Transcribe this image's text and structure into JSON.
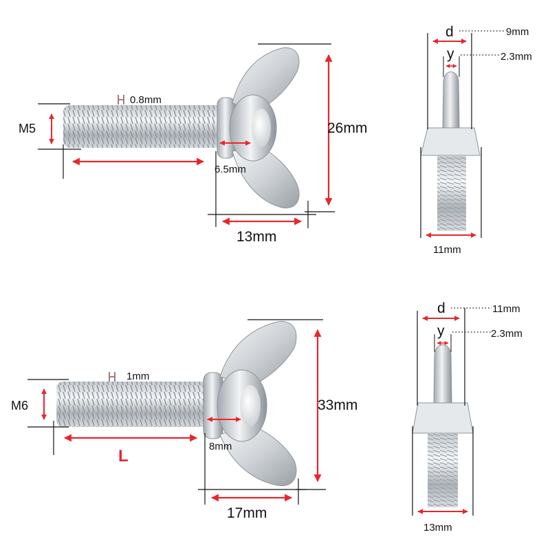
{
  "colors": {
    "arrow": "#e8262c",
    "line": "#111111",
    "metal_light": "#e9ecef",
    "metal_mid": "#b9bec4",
    "metal_dark": "#8a9097",
    "dotted": "#333333"
  },
  "top": {
    "thread_label": "M5",
    "pitch_label": "0.8mm",
    "washer_label": "6.5mm",
    "height_label": "26mm",
    "width_label": "13mm",
    "side_d_letter": "d",
    "side_d_value": "9mm",
    "side_y_letter": "y",
    "side_y_value": "2.3mm",
    "side_base_label": "11mm"
  },
  "bottom": {
    "thread_label": "M6",
    "pitch_label": "1mm",
    "length_label": "L",
    "washer_label": "8mm",
    "height_label": "33mm",
    "width_label": "17mm",
    "side_d_letter": "d",
    "side_d_value": "11mm",
    "side_y_letter": "y",
    "side_y_value": "2.3mm",
    "side_base_label": "13mm"
  }
}
